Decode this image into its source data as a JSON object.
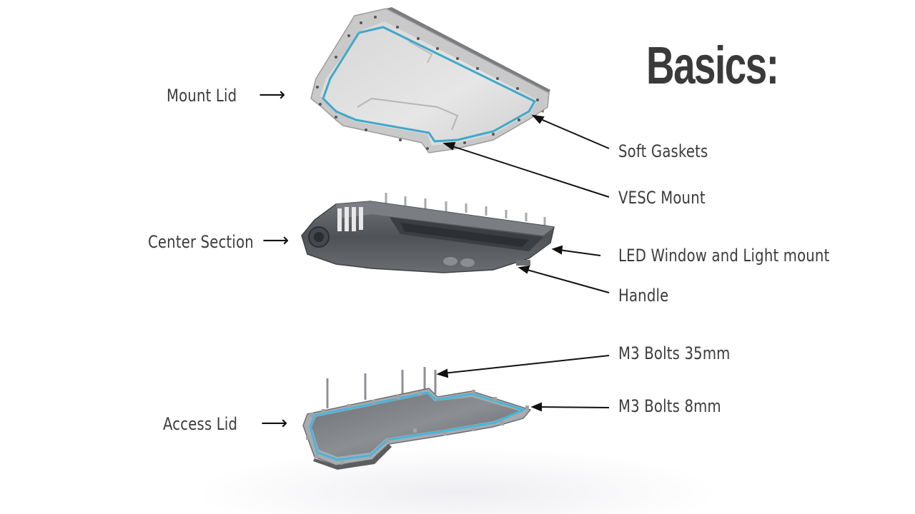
{
  "title": "Basics:",
  "parts": {
    "mount_lid": "Mount Lid",
    "center_section": "Center Section",
    "access_lid": "Access Lid"
  },
  "callouts": {
    "soft_gaskets": "Soft Gaskets",
    "vesc_mount": "VESC Mount",
    "led_window": "LED Window and Light mount",
    "handle": "Handle",
    "m3_bolts_35": "M3 Bolts 35mm",
    "m3_bolts_8": "M3 Bolts 8mm"
  },
  "colors": {
    "gasket": "#3fa8c8",
    "lid": "#dcdcdc",
    "frame": "#8a8a8a",
    "center_dark": "#5b5e62",
    "access_plate": "#7c7f84",
    "label_text": "#3c3c3c",
    "title_text": "#3a3a3a"
  }
}
